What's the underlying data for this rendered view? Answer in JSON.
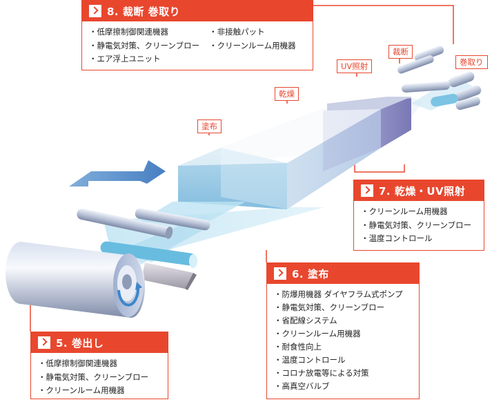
{
  "stages": {
    "cutting": {
      "title": "8. 裁断 巻取り",
      "items_left": [
        "低摩擦制御関連機器",
        "静電気対策、クリーンブロー",
        "エア浮上ユニット"
      ],
      "items_right": [
        "非接触パット",
        "クリーンルーム用機器"
      ]
    },
    "drying": {
      "title": "7. 乾燥・UV照射",
      "items": [
        "クリーンルーム用機器",
        "静電気対策、クリーンブロー",
        "温度コントロール"
      ]
    },
    "coating": {
      "title": "6. 塗布",
      "items": [
        "防爆用機器 ダイヤフラム式ポンプ",
        "静電気対策、クリーンブロー",
        "省配線システム",
        "クリーンルーム用機器",
        "耐食性向上",
        "温度コントロール",
        "コロナ放電等による対策",
        "高真空バルブ"
      ]
    },
    "unwinding": {
      "title": "5. 巻出し",
      "items": [
        "低摩擦制御関連機器",
        "静電気対策、クリーンブロー",
        "クリーンルーム用機器"
      ]
    }
  },
  "tags": {
    "coat": "塗布",
    "dry": "乾燥",
    "uv": "UV照射",
    "cut": "裁断",
    "wind": "巻取り"
  },
  "colors": {
    "accent": "#e8472e"
  }
}
